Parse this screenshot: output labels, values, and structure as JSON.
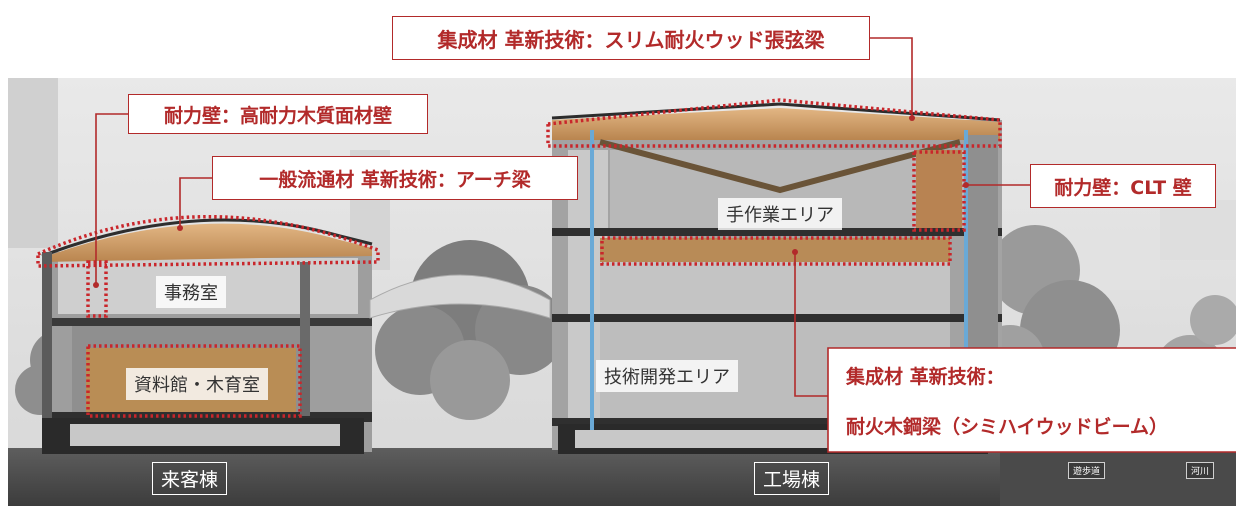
{
  "callouts": {
    "top_beam": "集成材 革新技術：スリム耐火ウッド張弦梁",
    "wall_left": "耐力壁：高耐力木質面材壁",
    "arch": "一般流通材 革新技術：アーチ梁",
    "wall_right": "耐力壁：CLT 壁",
    "steel_beam_line1": "集成材 革新技術：",
    "steel_beam_line2": "耐火木鋼梁（シミハイウッドビーム）"
  },
  "areas": {
    "office": "事務室",
    "archive": "資料館・木育室",
    "handwork": "手作業エリア",
    "rnd": "技術開発エリア"
  },
  "buildings": {
    "guest": "来客棟",
    "factory": "工場棟"
  },
  "signs": {
    "promenade": "遊歩道",
    "river": "河川"
  },
  "colors": {
    "accent": "#b22a2a",
    "timber": "#c8955a"
  }
}
